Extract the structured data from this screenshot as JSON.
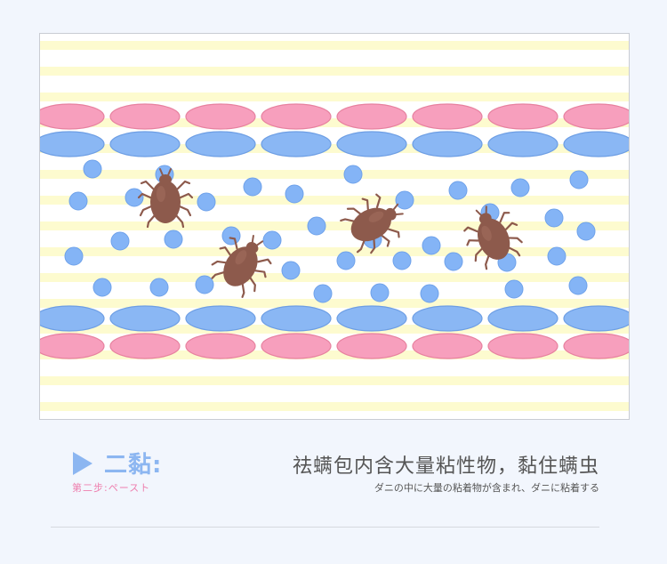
{
  "step": {
    "title": "二黏:",
    "subtitle": "第二步:ペースト",
    "icon": "play-triangle-icon"
  },
  "description": {
    "headline": "祛螨包内含大量粘性物，黏住螨虫",
    "subline": "ダニの中に大量の粘着物が含まれ、ダニに粘着する"
  },
  "illustration": {
    "mite_count": 4,
    "icons": [
      "mite-icon",
      "adhesive-particle-icon"
    ]
  },
  "colors": {
    "background": "#f2f6fd",
    "accent_blue": "#8cb6f1",
    "accent_pink": "#ee7fae",
    "text": "#555555",
    "stripe_yellow": "#fdfbcf",
    "fiber_pink": "#f79fbd",
    "fiber_blue": "#8ab7f4",
    "particle_blue": "#84b4f6",
    "mite_brown": "#8d5a4c"
  }
}
